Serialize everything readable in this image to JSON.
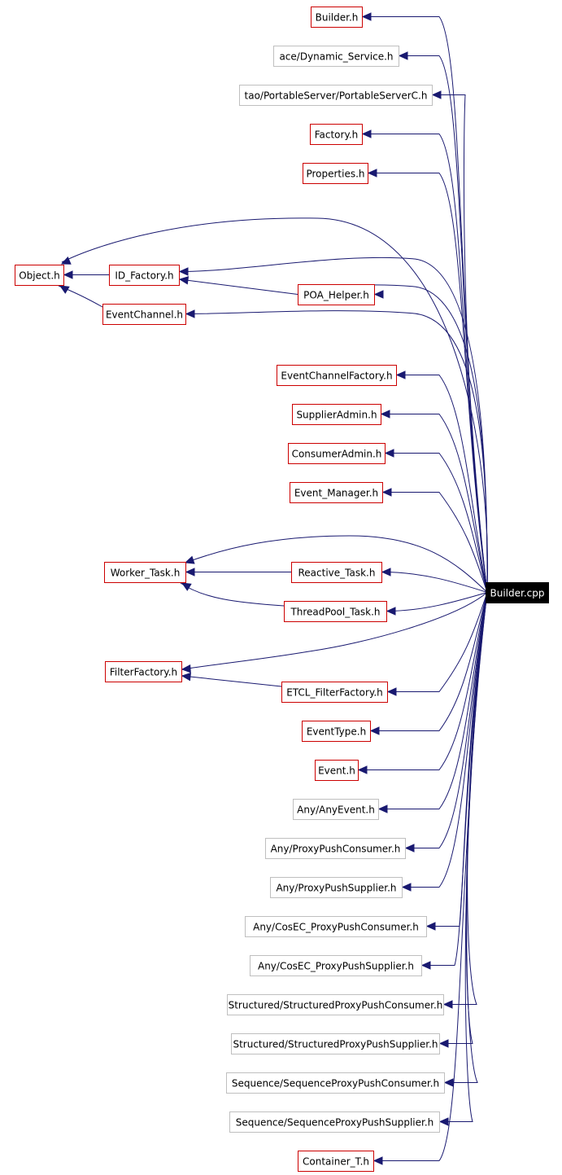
{
  "colors": {
    "edge": "#191970",
    "documented_border": "#cc0000",
    "undocumented_border": "#bfbfbf",
    "root_fill": "#000000",
    "root_text": "#ffffff",
    "node_fill": "#ffffff",
    "node_text": "#000000"
  },
  "root": {
    "id": "builder_cpp",
    "label": "Builder.cpp"
  },
  "nodes": [
    {
      "id": "builder_h",
      "label": "Builder.h",
      "documented": true
    },
    {
      "id": "dynamic_service_h",
      "label": "ace/Dynamic_Service.h",
      "documented": false
    },
    {
      "id": "portableserverc_h",
      "label": "tao/PortableServer/PortableServerC.h",
      "documented": false
    },
    {
      "id": "factory_h",
      "label": "Factory.h",
      "documented": true
    },
    {
      "id": "properties_h",
      "label": "Properties.h",
      "documented": true
    },
    {
      "id": "object_h",
      "label": "Object.h",
      "documented": true
    },
    {
      "id": "id_factory_h",
      "label": "ID_Factory.h",
      "documented": true
    },
    {
      "id": "poa_helper_h",
      "label": "POA_Helper.h",
      "documented": true
    },
    {
      "id": "eventchannel_h",
      "label": "EventChannel.h",
      "documented": true
    },
    {
      "id": "eventchannelfactory_h",
      "label": "EventChannelFactory.h",
      "documented": true
    },
    {
      "id": "supplieradmin_h",
      "label": "SupplierAdmin.h",
      "documented": true
    },
    {
      "id": "consumeradmin_h",
      "label": "ConsumerAdmin.h",
      "documented": true
    },
    {
      "id": "event_manager_h",
      "label": "Event_Manager.h",
      "documented": true
    },
    {
      "id": "worker_task_h",
      "label": "Worker_Task.h",
      "documented": true
    },
    {
      "id": "reactive_task_h",
      "label": "Reactive_Task.h",
      "documented": true
    },
    {
      "id": "threadpool_task_h",
      "label": "ThreadPool_Task.h",
      "documented": true
    },
    {
      "id": "filterfactory_h",
      "label": "FilterFactory.h",
      "documented": true
    },
    {
      "id": "etcl_filterfactory_h",
      "label": "ETCL_FilterFactory.h",
      "documented": true
    },
    {
      "id": "eventtype_h",
      "label": "EventType.h",
      "documented": true
    },
    {
      "id": "event_h",
      "label": "Event.h",
      "documented": true
    },
    {
      "id": "any_anyevent_h",
      "label": "Any/AnyEvent.h",
      "documented": false
    },
    {
      "id": "any_proxypushconsumer_h",
      "label": "Any/ProxyPushConsumer.h",
      "documented": false
    },
    {
      "id": "any_proxypushsupplier_h",
      "label": "Any/ProxyPushSupplier.h",
      "documented": false
    },
    {
      "id": "any_cosec_ppc_h",
      "label": "Any/CosEC_ProxyPushConsumer.h",
      "documented": false
    },
    {
      "id": "any_cosec_pps_h",
      "label": "Any/CosEC_ProxyPushSupplier.h",
      "documented": false
    },
    {
      "id": "structured_sppc_h",
      "label": "Structured/StructuredProxyPushConsumer.h",
      "documented": false
    },
    {
      "id": "structured_spps_h",
      "label": "Structured/StructuredProxyPushSupplier.h",
      "documented": false
    },
    {
      "id": "sequence_sppc_h",
      "label": "Sequence/SequenceProxyPushConsumer.h",
      "documented": false
    },
    {
      "id": "sequence_spps_h",
      "label": "Sequence/SequenceProxyPushSupplier.h",
      "documented": false
    },
    {
      "id": "container_t_h",
      "label": "Container_T.h",
      "documented": true
    }
  ],
  "edges": [
    {
      "from": "builder_cpp",
      "to": "builder_h"
    },
    {
      "from": "builder_cpp",
      "to": "dynamic_service_h"
    },
    {
      "from": "builder_cpp",
      "to": "portableserverc_h"
    },
    {
      "from": "builder_cpp",
      "to": "factory_h"
    },
    {
      "from": "builder_cpp",
      "to": "properties_h"
    },
    {
      "from": "builder_cpp",
      "to": "object_h"
    },
    {
      "from": "builder_cpp",
      "to": "id_factory_h"
    },
    {
      "from": "builder_cpp",
      "to": "poa_helper_h"
    },
    {
      "from": "builder_cpp",
      "to": "eventchannel_h"
    },
    {
      "from": "builder_cpp",
      "to": "eventchannelfactory_h"
    },
    {
      "from": "builder_cpp",
      "to": "supplieradmin_h"
    },
    {
      "from": "builder_cpp",
      "to": "consumeradmin_h"
    },
    {
      "from": "builder_cpp",
      "to": "event_manager_h"
    },
    {
      "from": "builder_cpp",
      "to": "worker_task_h"
    },
    {
      "from": "builder_cpp",
      "to": "reactive_task_h"
    },
    {
      "from": "builder_cpp",
      "to": "threadpool_task_h"
    },
    {
      "from": "builder_cpp",
      "to": "filterfactory_h"
    },
    {
      "from": "builder_cpp",
      "to": "etcl_filterfactory_h"
    },
    {
      "from": "builder_cpp",
      "to": "eventtype_h"
    },
    {
      "from": "builder_cpp",
      "to": "event_h"
    },
    {
      "from": "builder_cpp",
      "to": "any_anyevent_h"
    },
    {
      "from": "builder_cpp",
      "to": "any_proxypushconsumer_h"
    },
    {
      "from": "builder_cpp",
      "to": "any_proxypushsupplier_h"
    },
    {
      "from": "builder_cpp",
      "to": "any_cosec_ppc_h"
    },
    {
      "from": "builder_cpp",
      "to": "any_cosec_pps_h"
    },
    {
      "from": "builder_cpp",
      "to": "structured_sppc_h"
    },
    {
      "from": "builder_cpp",
      "to": "structured_spps_h"
    },
    {
      "from": "builder_cpp",
      "to": "sequence_sppc_h"
    },
    {
      "from": "builder_cpp",
      "to": "sequence_spps_h"
    },
    {
      "from": "builder_cpp",
      "to": "container_t_h"
    },
    {
      "from": "id_factory_h",
      "to": "object_h"
    },
    {
      "from": "eventchannel_h",
      "to": "object_h"
    },
    {
      "from": "poa_helper_h",
      "to": "id_factory_h"
    },
    {
      "from": "reactive_task_h",
      "to": "worker_task_h"
    },
    {
      "from": "threadpool_task_h",
      "to": "worker_task_h"
    },
    {
      "from": "etcl_filterfactory_h",
      "to": "filterfactory_h"
    }
  ]
}
